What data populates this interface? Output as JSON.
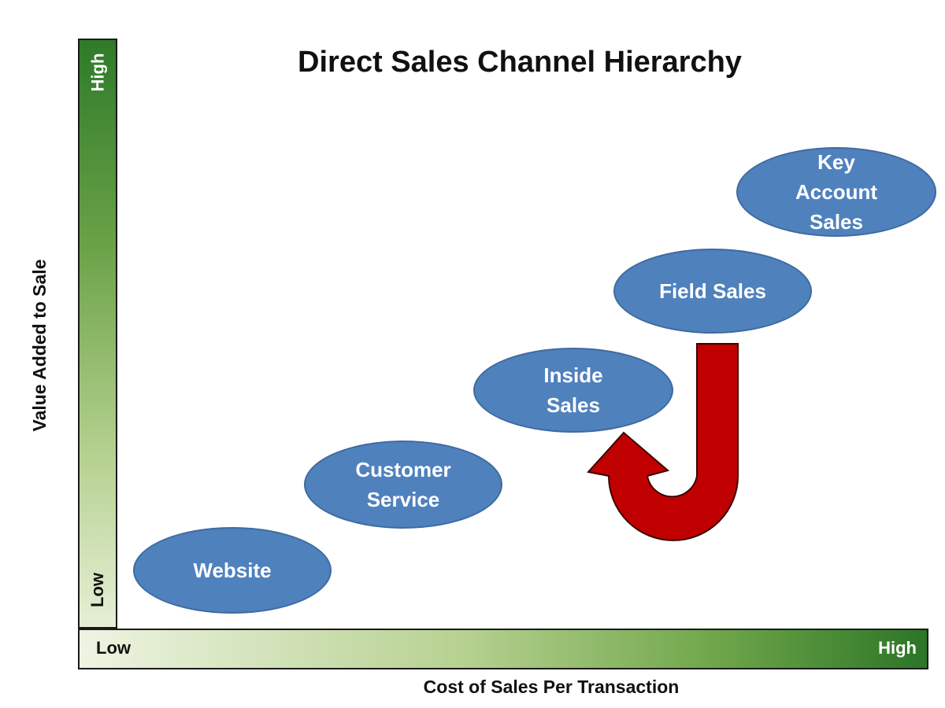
{
  "title": "Direct Sales Channel Hierarchy",
  "y_axis": {
    "label": "Value Added to Sale",
    "high": "High",
    "low": "Low"
  },
  "x_axis": {
    "label": "Cost of Sales Per Transaction",
    "high": "High",
    "low": "Low"
  },
  "nodes": [
    {
      "label": "Website"
    },
    {
      "label": "Customer\nService"
    },
    {
      "label": "Inside\nSales"
    },
    {
      "label": "Field Sales"
    },
    {
      "label": "Key\nAccount\nSales"
    }
  ],
  "colors": {
    "node_fill": "#4f81bd",
    "node_border": "#3f6aa0",
    "arrow_fill": "#c00000",
    "gradient_dark": "#2f7a2a",
    "gradient_light": "#e6efd6"
  },
  "icons": {
    "return_arrow": "u-turn-arrow-icon"
  }
}
